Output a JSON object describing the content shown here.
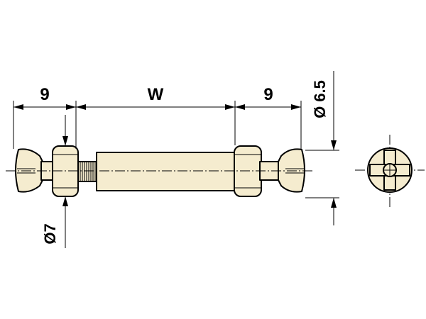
{
  "dimensions": {
    "left_length": "9",
    "middle_length": "W",
    "right_length": "9",
    "right_diameter": "Ø 6.5",
    "left_diameter": "Ø7"
  },
  "colors": {
    "part_fill": "#f5eccf",
    "line": "#000000",
    "background": "#ffffff"
  }
}
